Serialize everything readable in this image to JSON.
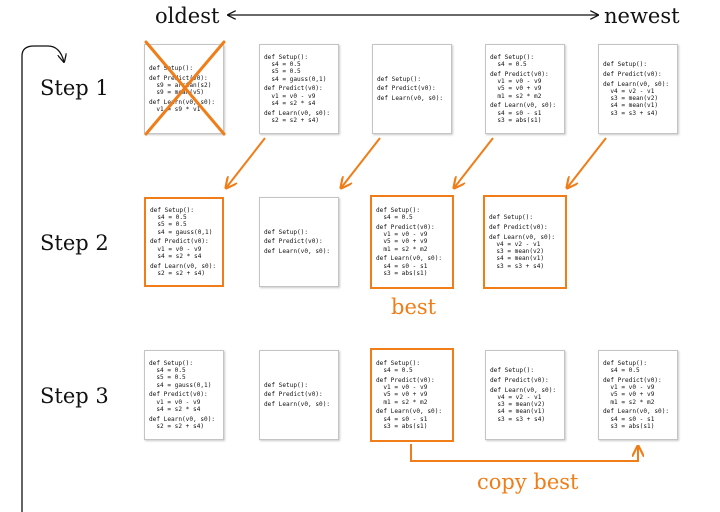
{
  "header": {
    "oldest": "oldest",
    "newest": "newest"
  },
  "steps": [
    "Step 1",
    "Step 2",
    "Step 3"
  ],
  "labels": {
    "best": "best",
    "copy_best": "copy best"
  },
  "colors": {
    "accent": "#f07d17"
  },
  "cards": {
    "r1c1": [
      [
        "def Setup():"
      ],
      [
        "def Predict(v0):",
        "  s9 = arctan(s2)",
        "  s9 = mean(v5)"
      ],
      [
        "def Learn(v0, s0):",
        "  v1 = s9 * v1"
      ]
    ],
    "r1c2": [
      [
        "def Setup():",
        "  s4 = 0.5",
        "  s5 = 0.5",
        "  s4 = gauss(0,1)"
      ],
      [
        "def Predict(v0):",
        "  v1 = v0 - v9",
        "  s4 = s2 * s4"
      ],
      [
        "def Learn(v0, s0):",
        "  s2 = s2 + s4)"
      ]
    ],
    "r1c3": [
      [
        "def Setup():"
      ],
      [
        "def Predict(v0):"
      ],
      [
        "def Learn(v0, s0):"
      ]
    ],
    "r1c4": [
      [
        "def Setup():",
        "  s4 = 0.5"
      ],
      [
        "def Predict(v0):",
        "  v1 = v0 - v9",
        "  v5 = v0 + v9",
        "  m1 = s2 * m2"
      ],
      [
        "def Learn(v0, s0):",
        "  s4 = s0 - s1",
        "  s3 = abs(s1)"
      ]
    ],
    "r1c5": [
      [
        "def Setup():"
      ],
      [
        "def Predict(v0):"
      ],
      [
        "def Learn(v0, s0):",
        "  v4 = v2 - v1",
        "  s3 = mean(v2)",
        "  s4 = mean(v1)",
        "  s3 = s3 + s4)"
      ]
    ],
    "r2c1": [
      [
        "def Setup():",
        "  s4 = 0.5",
        "  s5 = 0.5",
        "  s4 = gauss(0,1)"
      ],
      [
        "def Predict(v0):",
        "  v1 = v0 - v9",
        "  s4 = s2 * s4"
      ],
      [
        "def Learn(v0, s0):",
        "  s2 = s2 + s4)"
      ]
    ],
    "r2c2": [
      [
        "def Setup():"
      ],
      [
        "def Predict(v0):"
      ],
      [
        "def Learn(v0, s0):"
      ]
    ],
    "r2c3": [
      [
        "def Setup():",
        "  s4 = 0.5"
      ],
      [
        "def Predict(v0):",
        "  v1 = v0 - v9",
        "  v5 = v0 + v9",
        "  m1 = s2 * m2"
      ],
      [
        "def Learn(v0, s0):",
        "  s4 = s0 - s1",
        "  s3 = abs(s1)"
      ]
    ],
    "r2c4": [
      [
        "def Setup():"
      ],
      [
        "def Predict(v0):"
      ],
      [
        "def Learn(v0, s0):",
        "  v4 = v2 - v1",
        "  s3 = mean(v2)",
        "  s4 = mean(v1)",
        "  s3 = s3 + s4)"
      ]
    ],
    "r3c1": [
      [
        "def Setup():",
        "  s4 = 0.5",
        "  s5 = 0.5",
        "  s4 = gauss(0,1)"
      ],
      [
        "def Predict(v0):",
        "  v1 = v0 - v9",
        "  s4 = s2 * s4"
      ],
      [
        "def Learn(v0, s0):",
        "  s2 = s2 + s4)"
      ]
    ],
    "r3c2": [
      [
        "def Setup():"
      ],
      [
        "def Predict(v0):"
      ],
      [
        "def Learn(v0, s0):"
      ]
    ],
    "r3c3": [
      [
        "def Setup():",
        "  s4 = 0.5"
      ],
      [
        "def Predict(v0):",
        "  v1 = v0 - v9",
        "  v5 = v0 + v9",
        "  m1 = s2 * m2"
      ],
      [
        "def Learn(v0, s0):",
        "  s4 = s0 - s1",
        "  s3 = abs(s1)"
      ]
    ],
    "r3c4": [
      [
        "def Setup():"
      ],
      [
        "def Predict(v0):"
      ],
      [
        "def Learn(v0, s0):",
        "  v4 = v2 - v1",
        "  s3 = mean(v2)",
        "  s4 = mean(v1)",
        "  s3 = s3 + s4)"
      ]
    ],
    "r3c5": [
      [
        "def Setup():",
        "  s4 = 0.5"
      ],
      [
        "def Predict(v0):",
        "  v1 = v0 - v9",
        "  v5 = v0 + v9",
        "  m1 = s2 * m2"
      ],
      [
        "def Learn(v0, s0):",
        "  s4 = s0 - s1",
        "  s3 = abs(s1)"
      ]
    ]
  }
}
